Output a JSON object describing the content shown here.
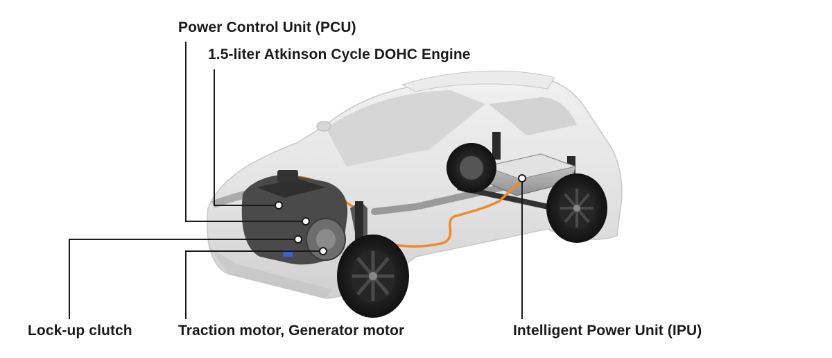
{
  "labels": {
    "pcu": "Power Control Unit (PCU)",
    "engine": "1.5-liter Atkinson Cycle DOHC Engine",
    "lockup": "Lock-up clutch",
    "motors": "Traction motor, Generator motor",
    "ipu": "Intelligent Power Unit (IPU)"
  },
  "colors": {
    "leader_line": "#1a1a1a",
    "hv_cable": "#ee8a2c",
    "body_tint": "#d6d6d6",
    "tire": "#1b1b1b",
    "machinery": "#4a4a4a"
  }
}
